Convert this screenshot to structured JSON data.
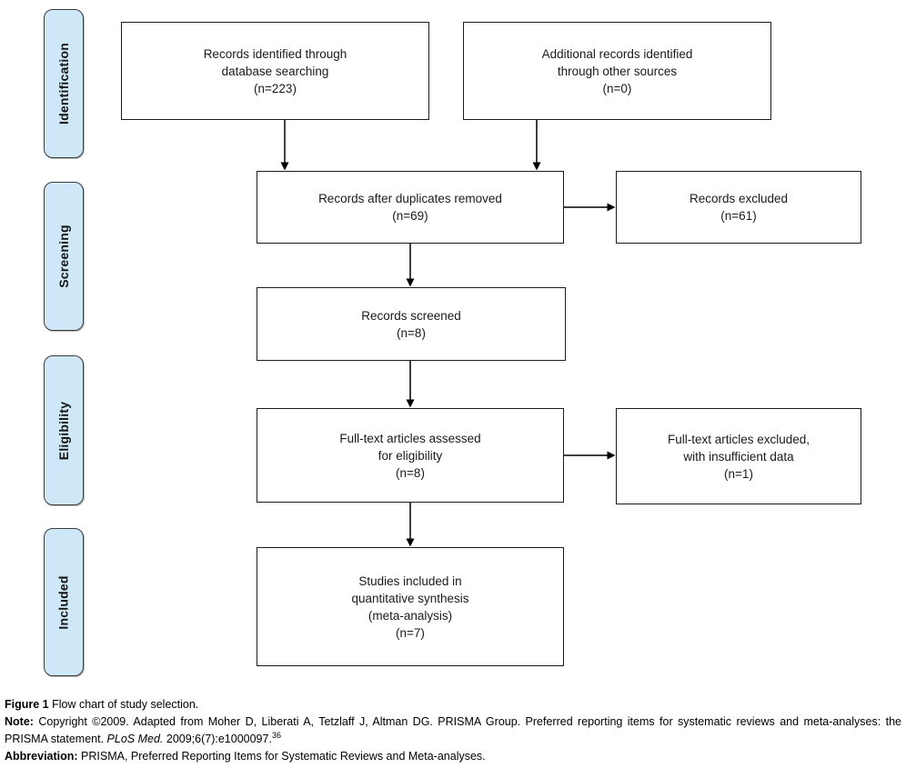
{
  "sidebar": {
    "stages": [
      {
        "label": "Identification"
      },
      {
        "label": "Screening"
      },
      {
        "label": "Eligibility"
      },
      {
        "label": "Included"
      }
    ]
  },
  "flow": {
    "nodes": {
      "identified": {
        "text": "Records identified through\ndatabase searching\n(n=223)",
        "count": 223
      },
      "additional": {
        "text": "Additional records identified\nthrough other sources\n(n=0)",
        "count": 0
      },
      "deduplicated": {
        "text": "Records after duplicates removed\n(n=69)",
        "count": 69
      },
      "excluded": {
        "text": "Records excluded\n(n=61)",
        "count": 61
      },
      "screened": {
        "text": "Records screened\n(n=8)",
        "count": 8
      },
      "assessed": {
        "text": "Full-text articles assessed\nfor eligibility\n(n=8)",
        "count": 8
      },
      "fulltext_excluded": {
        "text": "Full-text articles excluded,\nwith insufficient data\n(n=1)",
        "count": 1
      },
      "included": {
        "text": "Studies included in\nquantitative synthesis\n(meta-analysis)\n(n=7)",
        "count": 7
      }
    }
  },
  "caption": {
    "figure_label": "Figure 1",
    "figure_title": " Flow chart of study selection.",
    "note_label": "Note:",
    "note_part1": " Copyright ©2009. Adapted from Moher D, Liberati A, Tetzlaff J, Altman DG. PRISMA Group. Preferred reporting items for systematic reviews and meta-analyses: the PRISMA statement. ",
    "note_journal": "PLoS Med.",
    "note_part2": " 2009;6(7):e1000097.",
    "note_ref": "36",
    "abbr_label": "Abbreviation:",
    "abbr_text": " PRISMA, Preferred Reporting Items for Systematic Reviews and Meta-analyses."
  },
  "colors": {
    "stage_fill": "#cfe8f8",
    "stage_border": "#3c3c3c",
    "node_border": "#1c1c1c",
    "arrow": "#000000",
    "background": "#ffffff"
  }
}
